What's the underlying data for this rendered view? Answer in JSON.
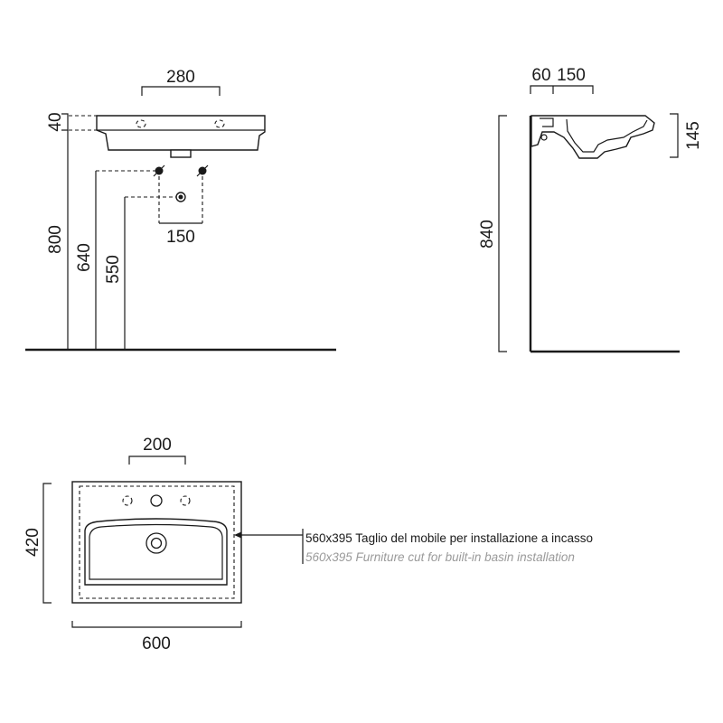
{
  "front_view": {
    "dim_top": "280",
    "dim_rim": "40",
    "dim_height_800": "800",
    "dim_height_640": "640",
    "dim_height_550": "550",
    "dim_spacing": "150"
  },
  "side_view": {
    "dim_60": "60",
    "dim_150": "150",
    "dim_145": "145",
    "dim_840": "840"
  },
  "top_view": {
    "dim_200": "200",
    "dim_420": "420",
    "dim_600": "600",
    "note_it": "560x395 Taglio del mobile per installazione a incasso",
    "note_en": "560x395 Furniture cut for built-in basin installation"
  }
}
